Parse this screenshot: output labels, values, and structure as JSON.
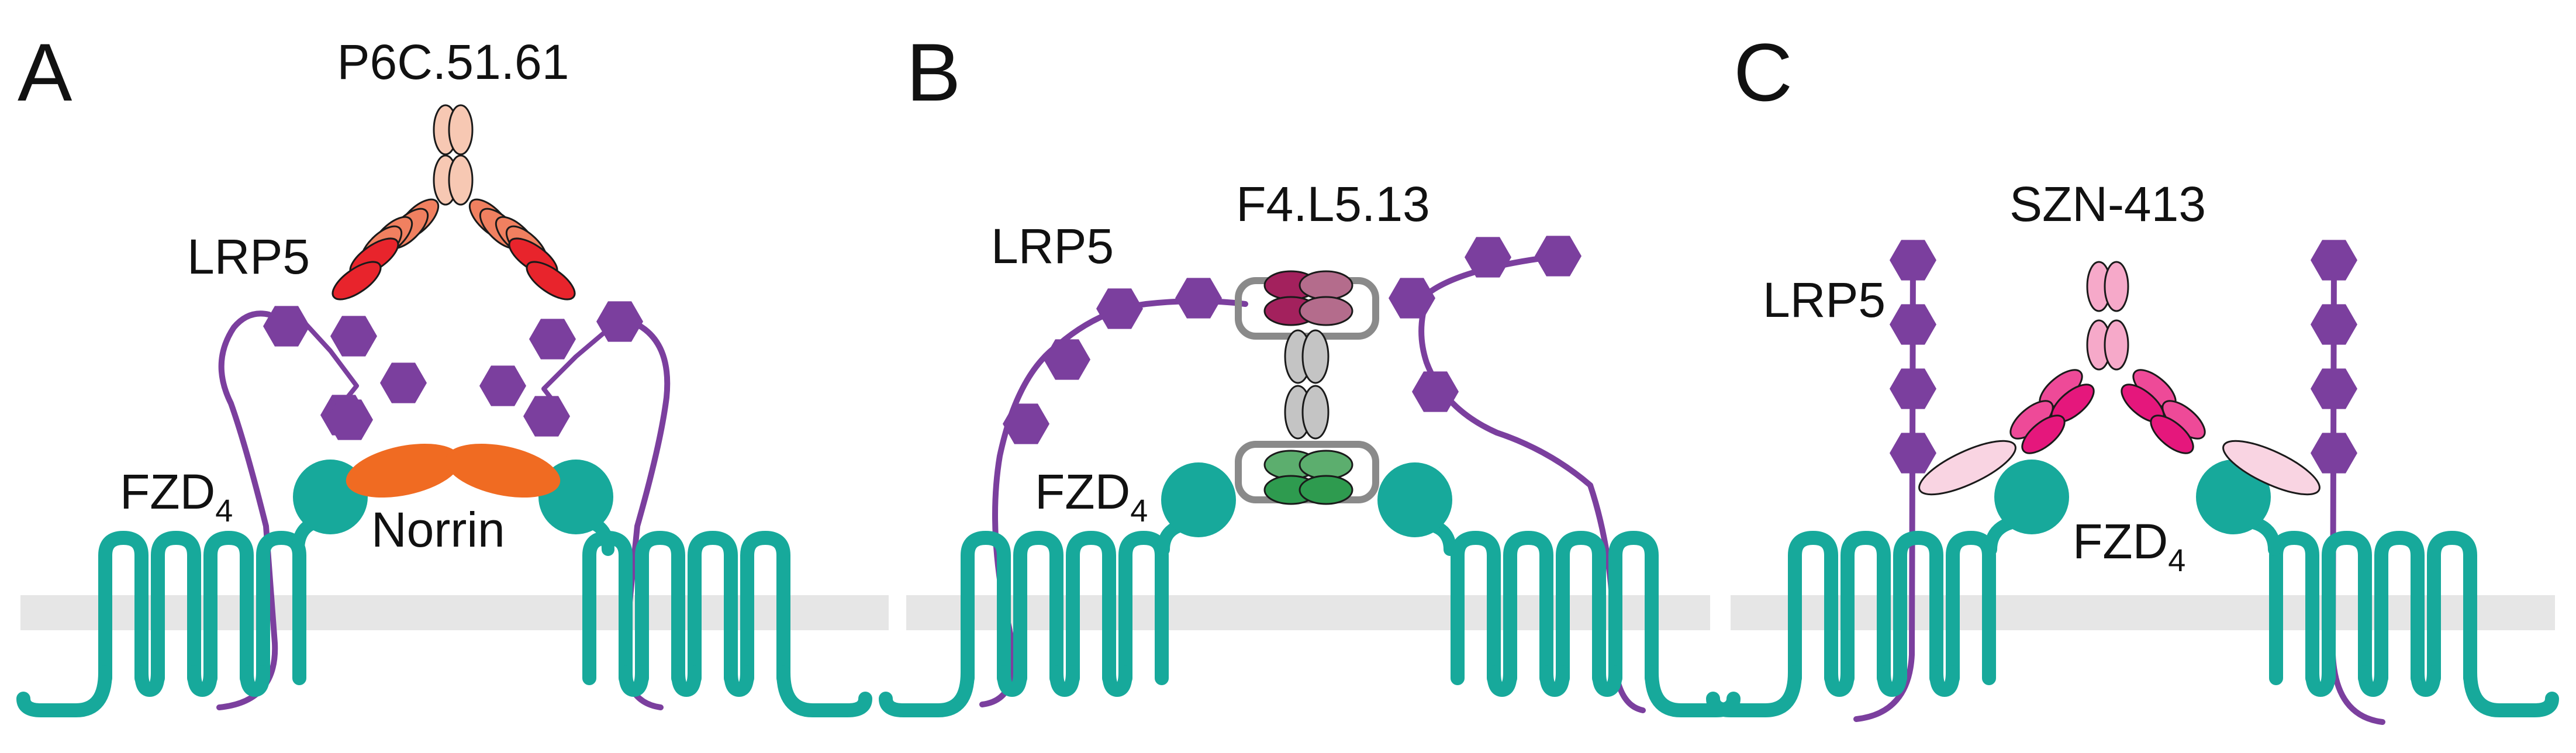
{
  "panels": [
    {
      "letter": "A",
      "antibody": "P6C.51.61",
      "lrp5": "LRP5",
      "fzd": "FZD",
      "fzd_sub": "4",
      "ligand": "Norrin"
    },
    {
      "letter": "B",
      "antibody": "F4.L5.13",
      "lrp5": "LRP5",
      "fzd": "FZD",
      "fzd_sub": "4"
    },
    {
      "letter": "C",
      "antibody": "SZN-413",
      "lrp5": "LRP5",
      "fzd": "FZD",
      "fzd_sub": "4"
    }
  ],
  "colors": {
    "membrane": "#e6e6e6",
    "fzd4_teal": "#17a99b",
    "lrp5_purple": "#7b3f9e",
    "norrin_orange": "#f06b22",
    "p6c_fab_light": "#f7c8b3",
    "p6c_fab_mid": "#f08060",
    "p6c_fab_dark": "#e8242c",
    "f4_fzd_binder": "#2e9b4f",
    "f4_lrp_binder": "#a3215d",
    "f4_fc": "#c4c4c4",
    "szn_light": "#f6a9c9",
    "szn_mid": "#ee4a98",
    "szn_dark": "#e5177c"
  }
}
